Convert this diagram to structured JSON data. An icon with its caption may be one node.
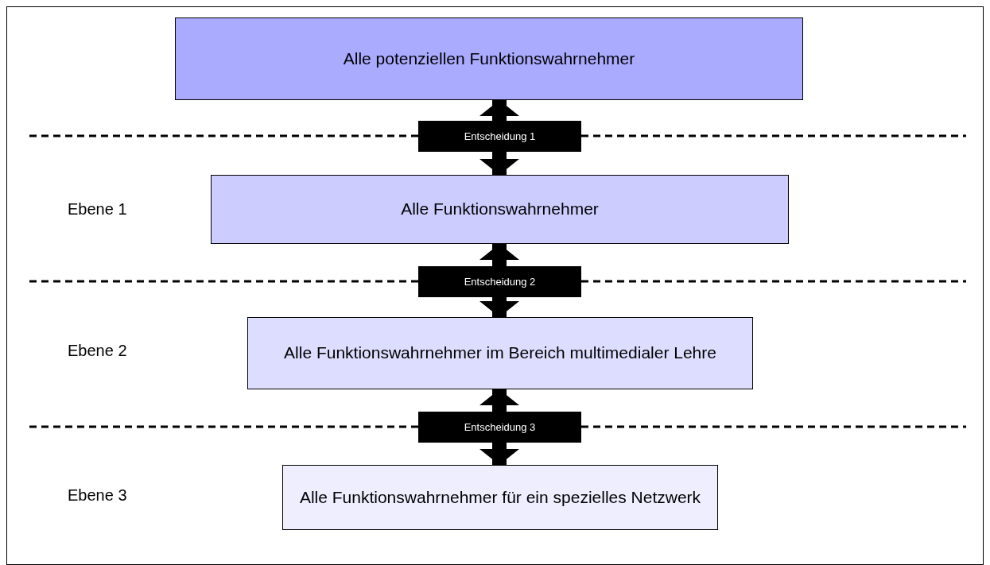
{
  "diagram": {
    "nodes": [
      {
        "text": [
          "Alle potenziellen Funktionswahrnehmer"
        ]
      },
      {
        "text": [
          "Alle Funktionswahrnehmer"
        ]
      },
      {
        "text": [
          "Alle Funktionswahrnehmer im Bereich multimedialer Lehre"
        ]
      },
      {
        "text": [
          "Alle Funktionswahrnehmer für ein spezielles Netzwerk"
        ]
      }
    ],
    "edges": [
      {
        "from": 0,
        "to": 1,
        "arrow": "both",
        "label": "Entscheidung 1"
      },
      {
        "from": 1,
        "to": 2,
        "arrow": "both",
        "label": "Entscheidung 2"
      },
      {
        "from": 2,
        "to": 3,
        "arrow": "both",
        "label": "Entscheidung 3"
      }
    ],
    "labels": [
      "Ebene 1",
      "Ebene 2",
      "Ebene 3"
    ]
  }
}
